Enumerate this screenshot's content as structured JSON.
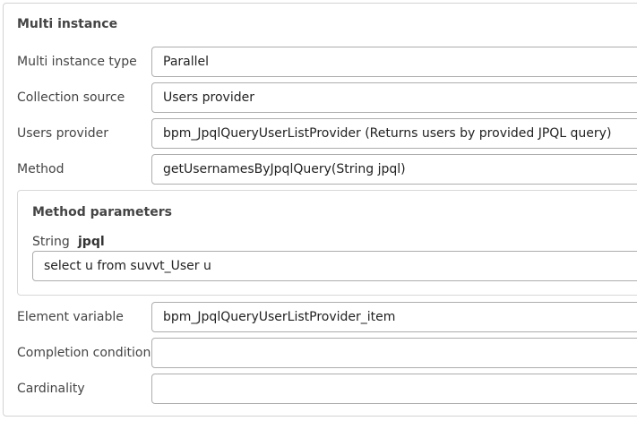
{
  "section": {
    "title": "Multi instance"
  },
  "fields": {
    "multi_instance_type": {
      "label": "Multi instance type",
      "value": "Parallel"
    },
    "collection_source": {
      "label": "Collection source",
      "value": "Users provider"
    },
    "users_provider": {
      "label": "Users provider",
      "value": "bpm_JpqlQueryUserListProvider (Returns users by provided JPQL query)"
    },
    "method": {
      "label": "Method",
      "value": "getUsernamesByJpqlQuery(String jpql)"
    },
    "element_variable": {
      "label": "Element variable",
      "value": "bpm_JpqlQueryUserListProvider_item"
    },
    "completion_condition": {
      "label": "Completion condition",
      "value": ""
    },
    "cardinality": {
      "label": "Cardinality",
      "value": ""
    }
  },
  "method_parameters": {
    "title": "Method parameters",
    "param_type": "String",
    "param_name": "jpql",
    "param_value": "select u from suvvt_User u"
  }
}
